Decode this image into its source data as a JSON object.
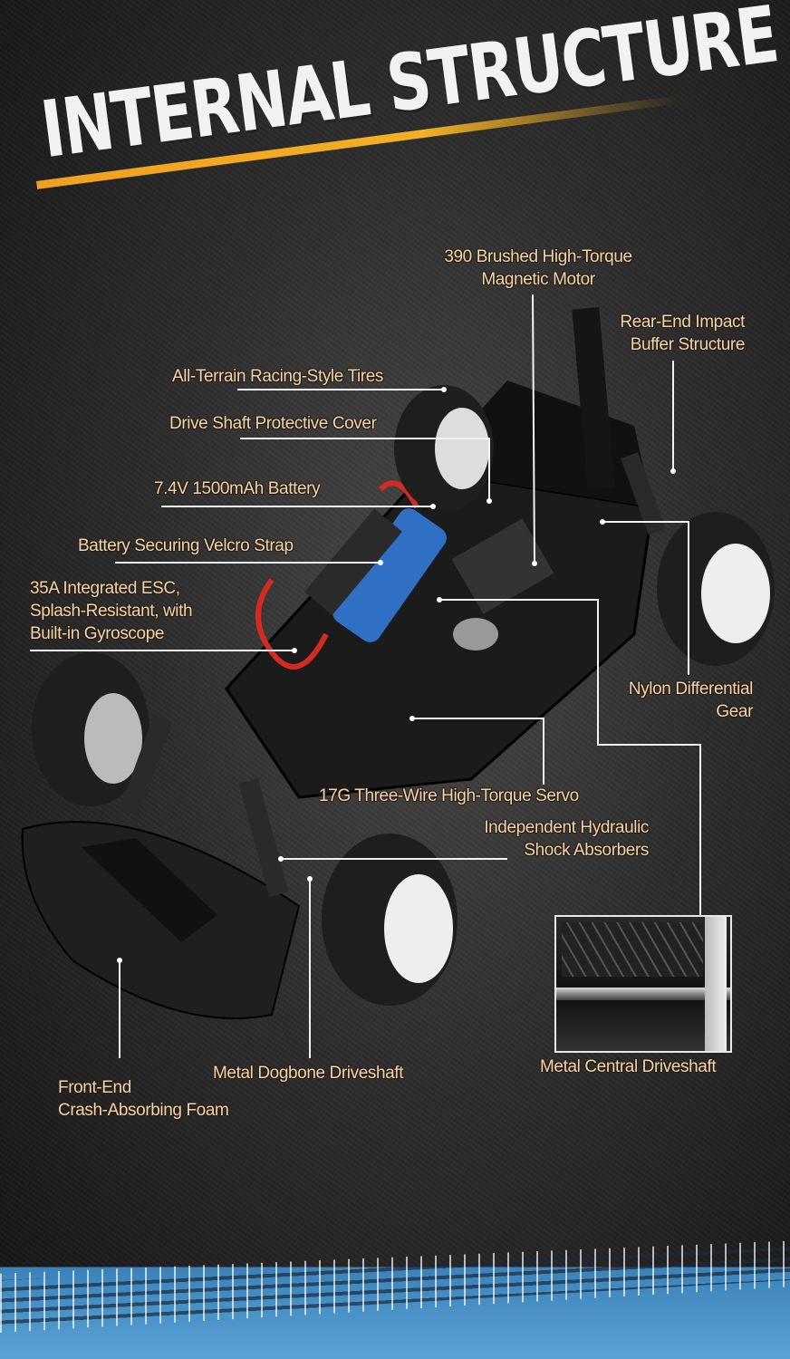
{
  "title": "INTERNAL STRUCTURE",
  "accent_color": "#f3b024",
  "labels": {
    "motor": [
      "390 Brushed High-Torque",
      "Magnetic Motor"
    ],
    "rear_buffer": [
      "Rear-End Impact",
      "Buffer Structure"
    ],
    "tires": "All-Terrain Racing-Style Tires",
    "drive_cover": "Drive Shaft Protective Cover",
    "battery": "7.4V 1500mAh Battery",
    "velcro": "Battery Securing Velcro Strap",
    "esc": [
      "35A Integrated ESC,",
      "Splash-Resistant, with",
      "Built-in Gyroscope"
    ],
    "differential": [
      "Nylon Differential",
      "Gear"
    ],
    "servo": "17G Three-Wire High-Torque Servo",
    "shocks": [
      "Independent Hydraulic",
      "Shock Absorbers"
    ],
    "dogbone": "Metal Dogbone Driveshaft",
    "foam": [
      "Front-End",
      "Crash-Absorbing Foam"
    ],
    "central_shaft": "Metal Central Driveshaft"
  }
}
